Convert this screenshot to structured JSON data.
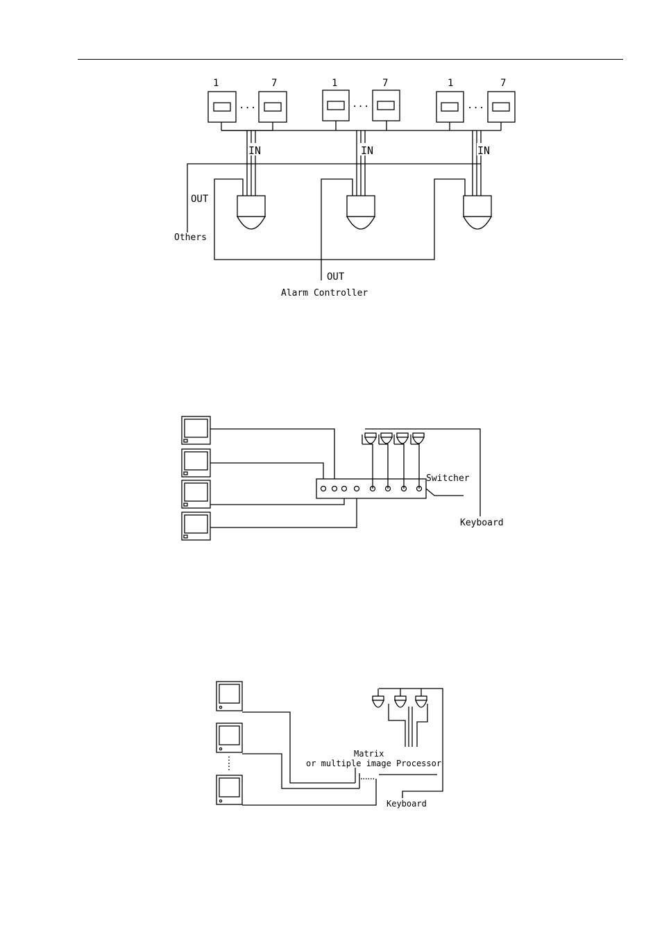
{
  "diagram1": {
    "sensor_group_labels": [
      {
        "first": "1",
        "last": "7"
      },
      {
        "first": "1",
        "last": "7"
      },
      {
        "first": "1",
        "last": "7"
      }
    ],
    "ellipsis": "···",
    "in_labels": [
      "IN",
      "IN",
      "IN"
    ],
    "out_label_left": "OUT",
    "others_label": "Others",
    "out_label_bottom": "OUT",
    "alarm_controller_label": "Alarm Controller"
  },
  "diagram2": {
    "switcher_label": "Switcher",
    "keyboard_label": "Keyboard"
  },
  "diagram3": {
    "matrix_label": "Matrix",
    "processor_label": "or multiple image Processor",
    "keyboard_label": "Keyboard"
  }
}
